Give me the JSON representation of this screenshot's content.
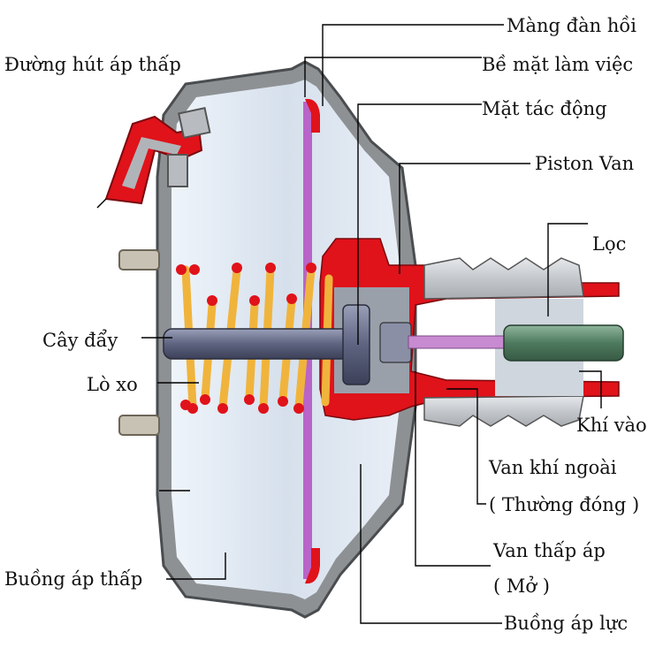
{
  "labels": {
    "suction_line": "Đường hút áp thấp",
    "diaphragm": "Màng đàn hồi",
    "working_surface": "Bề mặt làm việc",
    "actuating_face": "Mặt tác động",
    "valve_piston": "Piston Van",
    "filter": "Lọc",
    "push_rod": "Cây đẩy",
    "spring": "Lò xo",
    "air_inlet": "Khí vào",
    "outer_air_valve": "Van khí ngoài",
    "outer_air_valve_state": "( Thường đóng )",
    "vacuum_valve": "Van thấp áp",
    "vacuum_valve_state": "( Mở )",
    "vacuum_chamber": "Buồng áp thấp",
    "pressure_chamber": "Buồng áp lực"
  },
  "colors": {
    "housing": "#8e9194",
    "housing_dark": "#5d6063",
    "chamber_fill": "#d2dcea",
    "chamber_light": "#eaf1f8",
    "seal_red": "#e0121a",
    "diaphragm": "#b864c8",
    "spring": "#f0b43c",
    "push_rod": "#6b7086",
    "input_rod": "#5b8a6c",
    "boot": "#cfd2d6"
  }
}
